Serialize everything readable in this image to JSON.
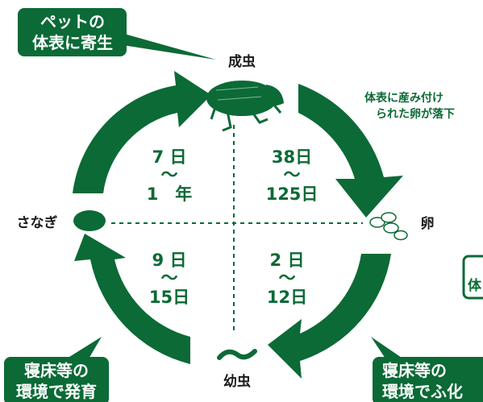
{
  "colors": {
    "primary": "#0b6a36",
    "text": "#1a1a1a",
    "background": "#ffffff"
  },
  "callouts": {
    "pet": {
      "line1": "ペットの",
      "line2": "体表に寄生"
    },
    "bed_pupa": {
      "line1": "寝床等の",
      "line2": "環境で発育"
    },
    "bed_hatch": {
      "line1": "寝床等の",
      "line2": "環境でふ化"
    },
    "cut_off": "体"
  },
  "stages": {
    "adult": "成虫",
    "egg": "卵",
    "larva": "幼虫",
    "pupa": "さなぎ"
  },
  "egg_note": {
    "line1": "体表に産み付け",
    "line2": "られた卵が落下"
  },
  "durations": {
    "pupa_to_adult": {
      "from": "7 日",
      "tilde": "～",
      "to": "1　年"
    },
    "adult_to_egg": {
      "from": "38日",
      "tilde": "～",
      "to": "125日"
    },
    "larva_to_pupa": {
      "from": "9 日",
      "tilde": "～",
      "to": "15日"
    },
    "egg_to_larva": {
      "from": "2 日",
      "tilde": "～",
      "to": "12日"
    }
  }
}
